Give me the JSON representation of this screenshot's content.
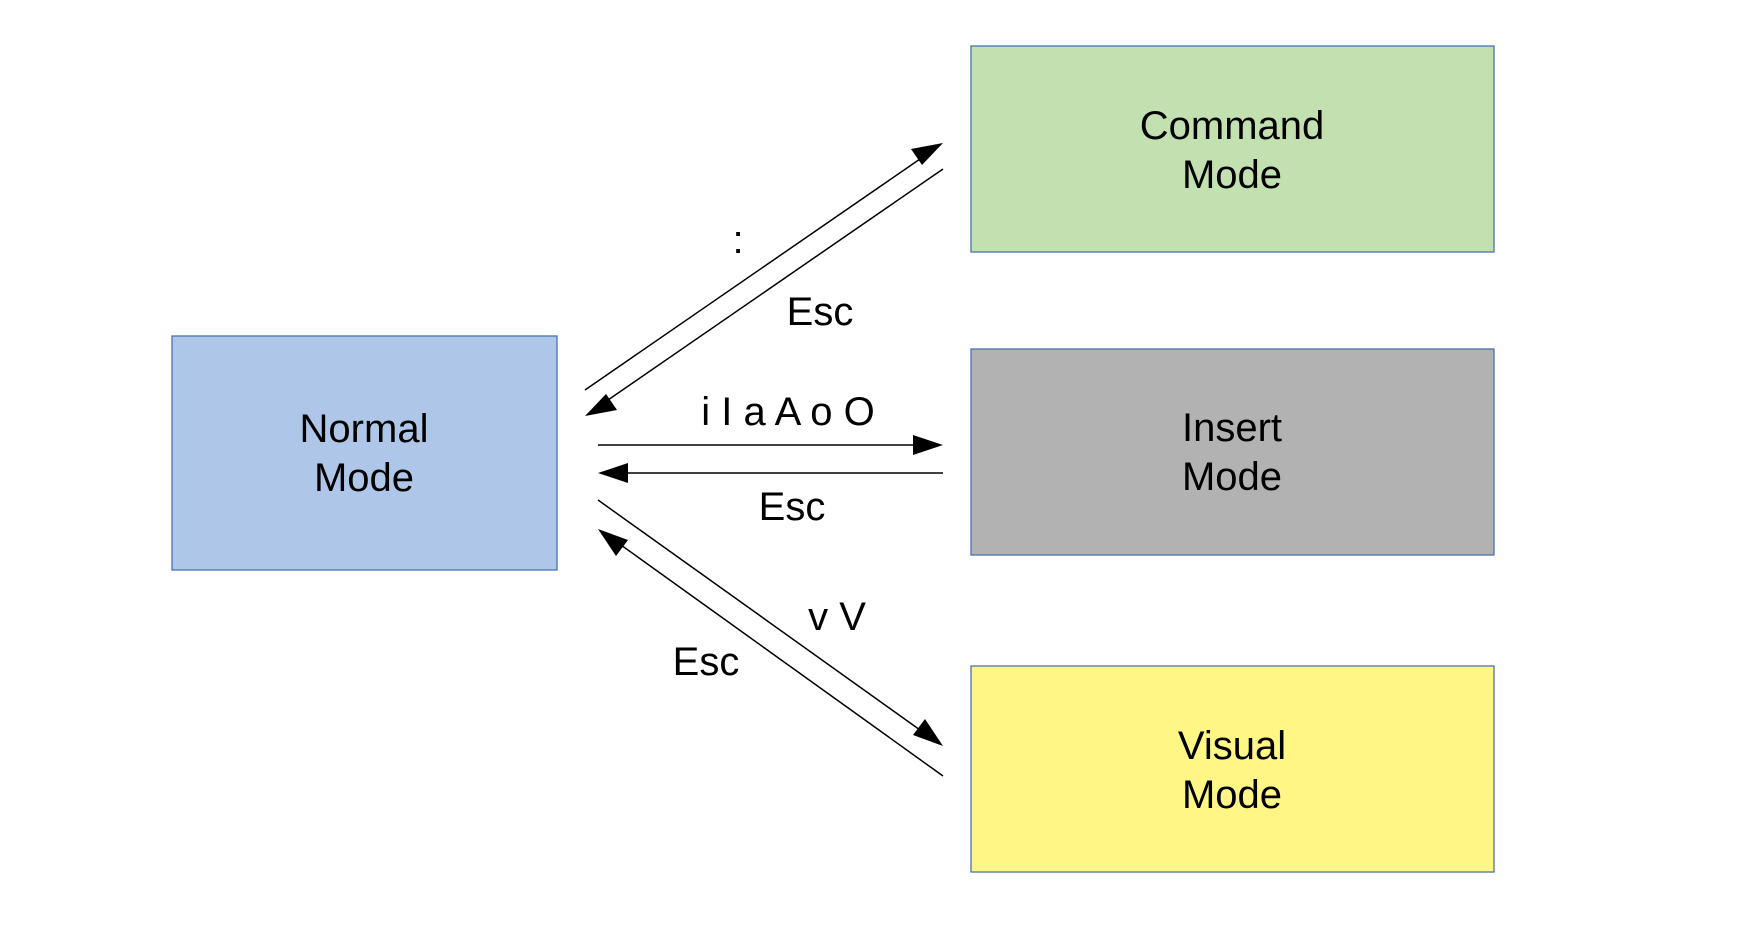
{
  "nodes": {
    "normal": {
      "line1": "Normal",
      "line2": "Mode",
      "color": "#aec6e8"
    },
    "command": {
      "line1": "Command",
      "line2": "Mode",
      "color": "#c3e1b0"
    },
    "insert": {
      "line1": "Insert",
      "line2": "Mode",
      "color": "#b2b2b2"
    },
    "visual": {
      "line1": "Visual",
      "line2": "Mode",
      "color": "#fff685"
    }
  },
  "edges": {
    "to_command": {
      "label": ":"
    },
    "from_command": {
      "label": "Esc"
    },
    "to_insert": {
      "label": "i I a A o O"
    },
    "from_insert": {
      "label": "Esc"
    },
    "to_visual": {
      "label": "v V"
    },
    "from_visual": {
      "label": "Esc"
    }
  },
  "colors": {
    "border": "#4a72b0",
    "arrow": "#000000"
  }
}
